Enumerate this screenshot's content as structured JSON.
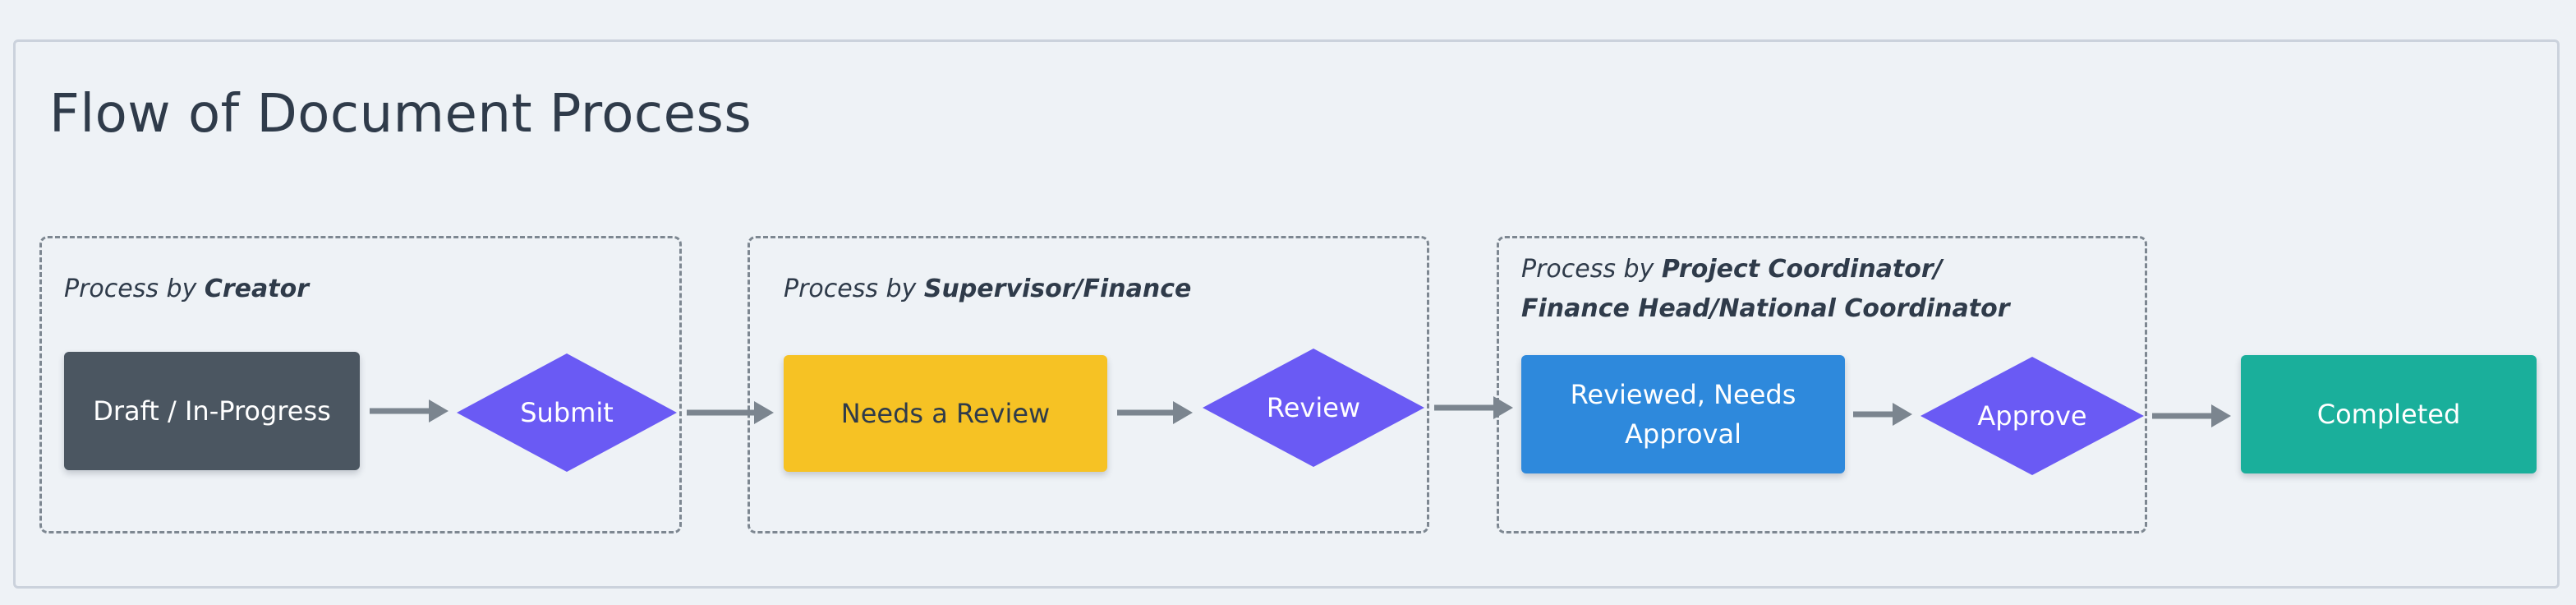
{
  "diagram": {
    "title": "Flow of Document Process",
    "groups": [
      {
        "prefix": "Process by ",
        "bold": "Creator"
      },
      {
        "prefix": "Process by ",
        "bold": "Supervisor/Finance"
      },
      {
        "prefix": "Process by ",
        "bold_line1": "Project Coordinator/",
        "bold_line2": "Finance Head/National Coordinator"
      }
    ],
    "nodes": {
      "draft": "Draft / In-Progress",
      "needs_review": "Needs a Review",
      "reviewed": "Reviewed, Needs Approval",
      "completed": "Completed"
    },
    "decisions": {
      "submit": "Submit",
      "review": "Review",
      "approve": "Approve"
    },
    "colors": {
      "background": "#eef2f6",
      "draft": "#4b5661",
      "needs_review": "#f6c224",
      "reviewed": "#2e89dc",
      "completed": "#1aaf9b",
      "decision": "#6a5af4",
      "arrow": "#7b858f",
      "dashed_border": "#7d8791"
    }
  }
}
